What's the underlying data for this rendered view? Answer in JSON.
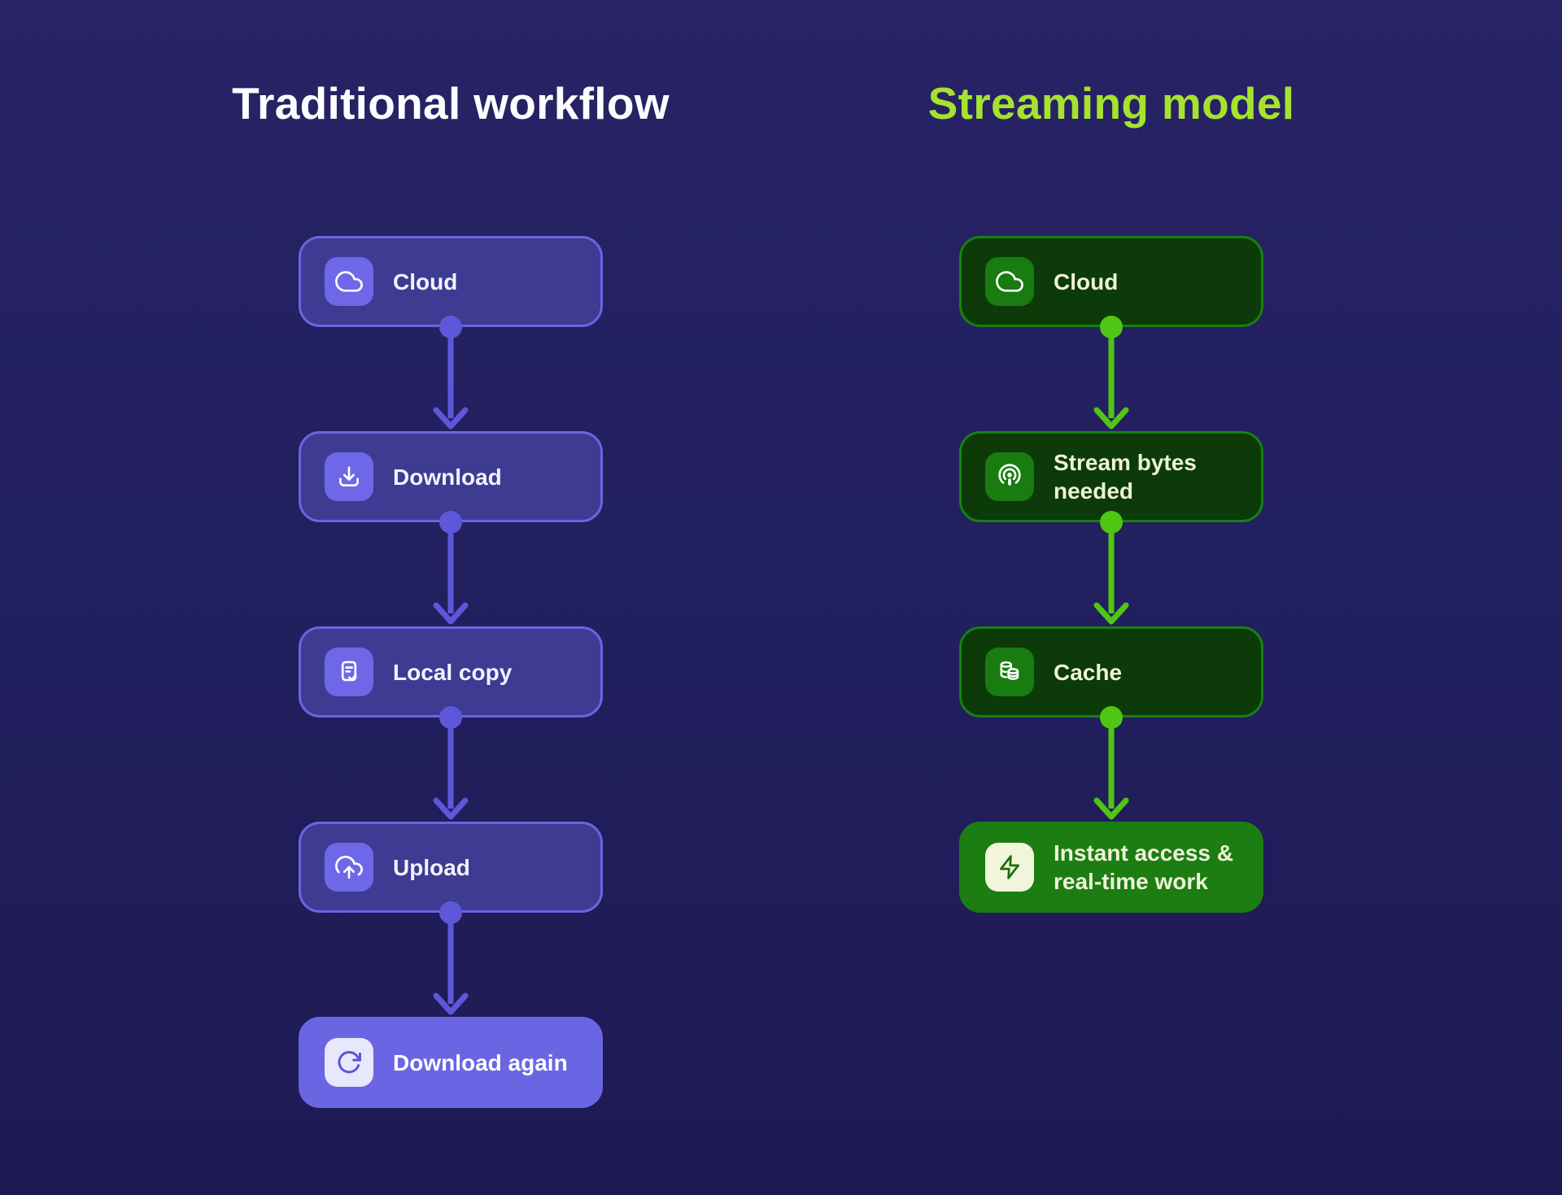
{
  "page": {
    "background_color": "#221f5e"
  },
  "left_column": {
    "title": "Traditional workflow",
    "title_color": "#fdfdff",
    "box_fill": "#3e3b93",
    "box_border": "#6b65e2",
    "highlight_fill": "#6a65e3",
    "icon_tile_color": "#6e68e8",
    "arrow_color": "#5d58da",
    "nodes": [
      {
        "label": "Cloud",
        "icon": "cloud-icon"
      },
      {
        "label": "Download",
        "icon": "download-icon"
      },
      {
        "label": "Local copy",
        "icon": "document-check-icon"
      },
      {
        "label": "Upload",
        "icon": "cloud-upload-icon"
      },
      {
        "label": "Download again",
        "icon": "refresh-icon",
        "highlighted": true
      }
    ]
  },
  "right_column": {
    "title": "Streaming model",
    "title_color": "#a5e32e",
    "box_fill": "#0c3a08",
    "box_border": "#188110",
    "highlight_fill": "#1c7d12",
    "icon_tile_color": "#187c10",
    "arrow_color": "#4fc614",
    "nodes": [
      {
        "label": "Cloud",
        "icon": "cloud-icon"
      },
      {
        "label": "Stream bytes needed",
        "icon": "podcast-icon"
      },
      {
        "label": "Cache",
        "icon": "database-icon"
      },
      {
        "label": "Instant access & real-time work",
        "icon": "zap-icon",
        "highlighted": true
      }
    ]
  }
}
